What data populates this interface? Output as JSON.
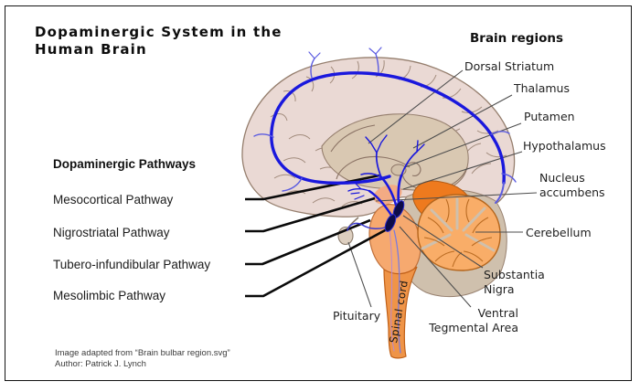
{
  "title": "Dopaminergic System in the Human Brain",
  "pathways": {
    "heading": "Dopaminergic Pathways",
    "items": [
      "Mesocortical Pathway",
      "Nigrostriatal Pathway",
      "Tubero-infundibular Pathway",
      "Mesolimbic Pathway"
    ]
  },
  "regions": {
    "heading": "Brain regions",
    "items": [
      "Dorsal Striatum",
      "Thalamus",
      "Putamen",
      "Hypothalamus",
      "Nucleus accumbens",
      "Cerebellum",
      "Substantia Nigra",
      "Ventral Tegmental Area"
    ]
  },
  "anatomy": {
    "pituitary": "Pituitary",
    "spinal_cord": "Spinal cord"
  },
  "attribution": {
    "line1": "Image adapted from “Brain bulbar region.svg”",
    "line2": "Author: Patrick J. Lynch"
  },
  "colors": {
    "pathway_blue": "#1a18dd",
    "pathway_blue_light": "#5c5ce0",
    "nucleus_dark": "#0c0c48",
    "cortex_fill": "#ead9d4",
    "cortex_line": "#957e6d",
    "inner_fill": "#d9c8b2",
    "midbrain_orange": "#ee7a1e",
    "cerebellum_fill": "#f9ad68",
    "cerebellum_line": "#b4651c",
    "brainstem_fill": "#f6a96f",
    "spinal_fill": "#ef9447",
    "spinal_line": "#c06018",
    "leader_gray": "#4d4d4d",
    "leader_black": "#0a0a0a"
  }
}
